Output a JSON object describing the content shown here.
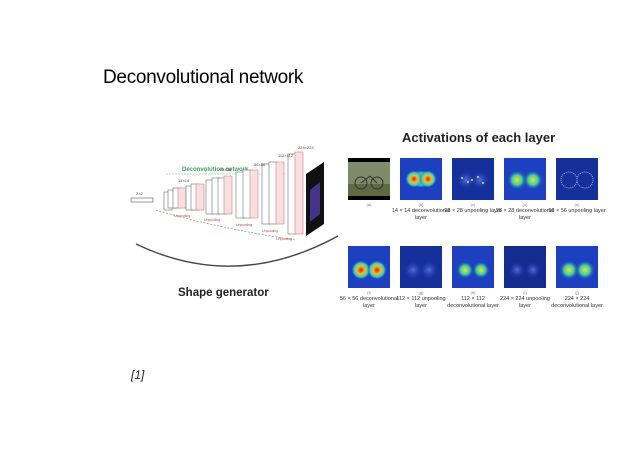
{
  "slide": {
    "title": "Deconvolutional network",
    "citation": "[1]"
  },
  "left_figure": {
    "header": "Deconvolution network",
    "caption": "Shape generator",
    "size_labels": [
      "2×2",
      "14×14",
      "28×28",
      "56×56",
      "112×112",
      "224×224"
    ],
    "op_labels": [
      "Unpooling",
      "Unpooling",
      "Unpooling",
      "Unpooling",
      "Unpooling"
    ]
  },
  "right_figure": {
    "title": "Activations of each layer",
    "row1": [
      {
        "idx": "(a)",
        "caption": ""
      },
      {
        "idx": "(b)",
        "caption": "14 × 14 deconvolutional layer"
      },
      {
        "idx": "(c)",
        "caption": "28 × 28 unpooling layer"
      },
      {
        "idx": "(d)",
        "caption": "28 × 28 deconvolutional layer"
      },
      {
        "idx": "(e)",
        "caption": "56 × 56 unpooling layer"
      }
    ],
    "row2": [
      {
        "idx": "(f)",
        "caption": "56 × 56 deconvolutional layer"
      },
      {
        "idx": "(g)",
        "caption": "112 × 112 unpooling layer"
      },
      {
        "idx": "(h)",
        "caption": "112 × 112 deconvolutional layer"
      },
      {
        "idx": "(i)",
        "caption": "224 × 224 unpooling layer"
      },
      {
        "idx": "(j)",
        "caption": "224 × 224 deconvolutional layer"
      }
    ]
  }
}
